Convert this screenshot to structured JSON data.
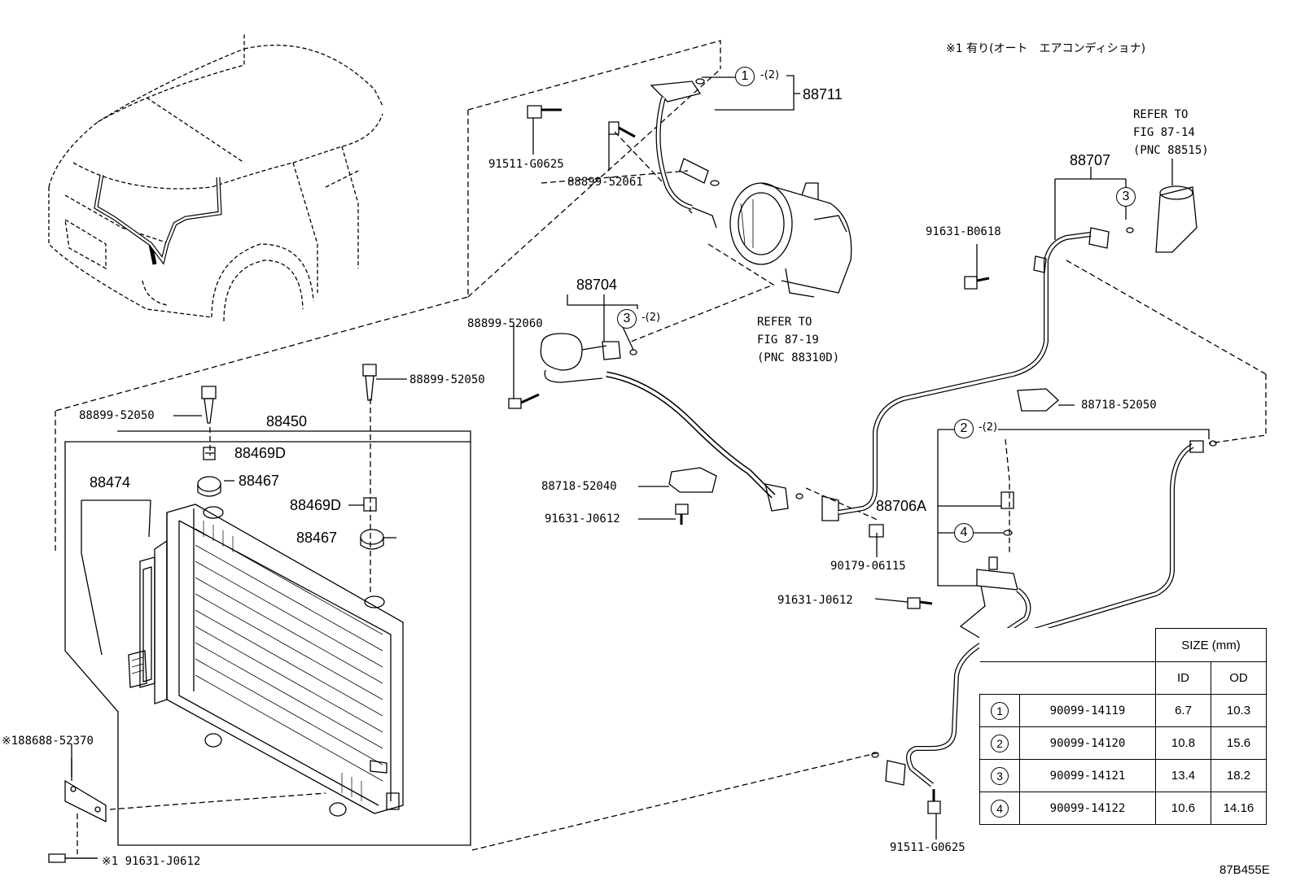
{
  "note": "※1 有り(オート　エアコンディショナ)",
  "diagram_code": "87B455E",
  "refs": {
    "r1": [
      "REFER TO",
      "FIG 87-14",
      "(PNC 88515)"
    ],
    "r2": [
      "REFER TO",
      "FIG 87-19",
      "(PNC 88310D)"
    ]
  },
  "parts": {
    "p88711": "88711",
    "p91511_top": "91511-G0625",
    "p88899_52061": "88899-52061",
    "p88704": "88704",
    "p88899_52060": "88899-52060",
    "p88899_52050_a": "88899-52050",
    "p88899_52050_b": "88899-52050",
    "p88450": "88450",
    "p88469d_a": "88469D",
    "p88467_a": "88467",
    "p88474": "88474",
    "p88469d_b": "88469D",
    "p88467_b": "88467",
    "p88718_52040": "88718-52040",
    "p91631_j0612_a": "91631-J0612",
    "p90179": "90179-06115",
    "p88706a": "88706A",
    "p91631_j0612_b": "91631-J0612",
    "p88707": "88707",
    "p91631_b0618": "91631-B0618",
    "p88718_52050": "88718-52050",
    "p88688": "※188688-52370",
    "p91631_j0612_c": "※1 91631-J0612",
    "p91511_bottom": "91511-G0625"
  },
  "callouts": {
    "c1": "1",
    "c1_qty": "-(2)",
    "c3a": "3",
    "c3a_qty": "-(2)",
    "c3b": "3",
    "c2": "2",
    "c2_qty": "-(2)",
    "c4": "4"
  },
  "size_table": {
    "header": "SIZE (mm)",
    "col_id": "ID",
    "col_od": "OD",
    "rows": [
      {
        "ref": "1",
        "part": "90099-14119",
        "id": "6.7",
        "od": "10.3"
      },
      {
        "ref": "2",
        "part": "90099-14120",
        "id": "10.8",
        "od": "15.6"
      },
      {
        "ref": "3",
        "part": "90099-14121",
        "id": "13.4",
        "od": "18.2"
      },
      {
        "ref": "4",
        "part": "90099-14122",
        "id": "10.6",
        "od": "14.16"
      }
    ]
  }
}
